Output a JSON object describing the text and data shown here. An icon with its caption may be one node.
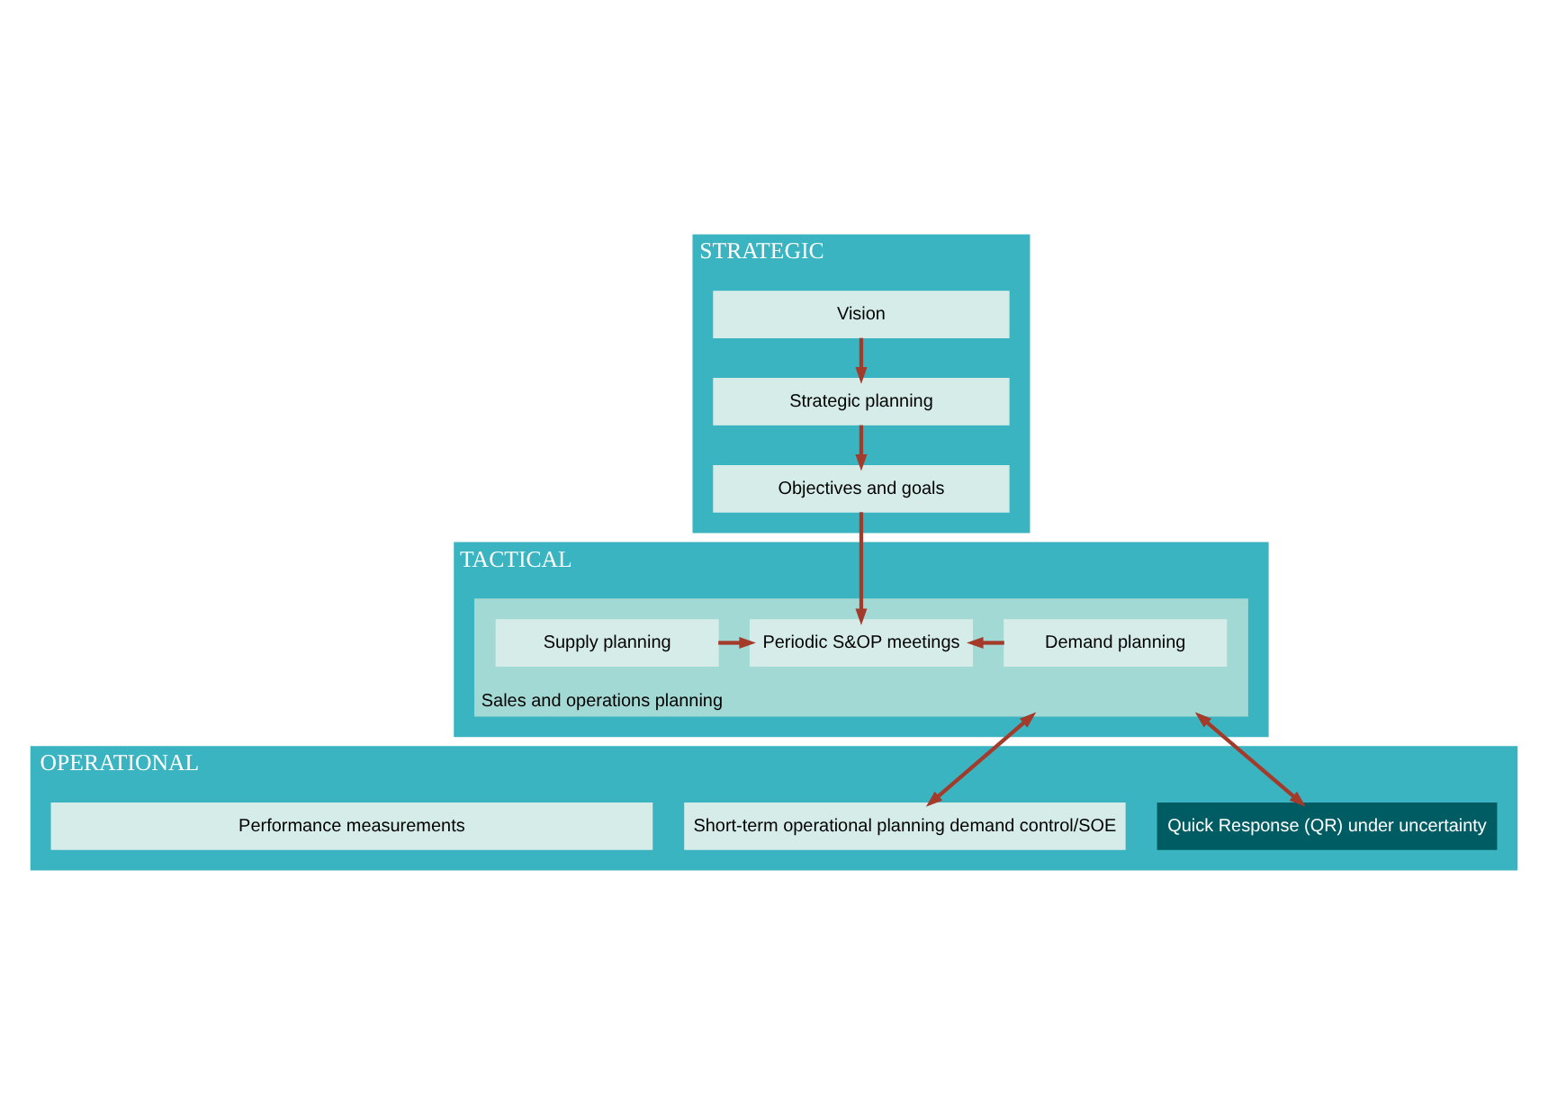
{
  "diagram": {
    "nodes": [
      {
        "text": [
          "STRATEGIC"
        ]
      },
      {
        "text": [
          "Vision"
        ],
        "in": 0
      },
      {
        "text": [
          "Strategic planning"
        ],
        "in": 0
      },
      {
        "text": [
          "Objectives and goals"
        ],
        "in": 0
      },
      {
        "text": [
          "TACTICAL"
        ]
      },
      {
        "text": [
          "Sales and operations planning"
        ],
        "in": 4
      },
      {
        "text": [
          "Demand planning"
        ],
        "in": 5
      },
      {
        "text": [
          "Periodic S&OP meetings"
        ],
        "in": 5
      },
      {
        "text": [
          "Supply planning"
        ],
        "in": 5
      },
      {
        "text": [
          "OPERATIONAL"
        ]
      },
      {
        "text": [
          "Quick Response (QR) under uncertainty"
        ],
        "in": 9
      },
      {
        "text": [
          "Short-term operational planning demand control/SOE"
        ],
        "in": 9
      },
      {
        "text": [
          "Performance measurements"
        ],
        "in": 9
      }
    ],
    "edges": [
      {
        "from": 1,
        "to": 2,
        "arrow": "to"
      },
      {
        "from": 2,
        "to": 3,
        "arrow": "to"
      },
      {
        "from": 3,
        "to": 7,
        "arrow": "to"
      },
      {
        "from": 6,
        "to": 7,
        "arrow": "to"
      },
      {
        "from": 8,
        "to": 7,
        "arrow": "to"
      },
      {
        "from": 5,
        "to": 10,
        "arrow": "both"
      },
      {
        "from": 5,
        "to": 11,
        "arrow": "both"
      }
    ]
  }
}
